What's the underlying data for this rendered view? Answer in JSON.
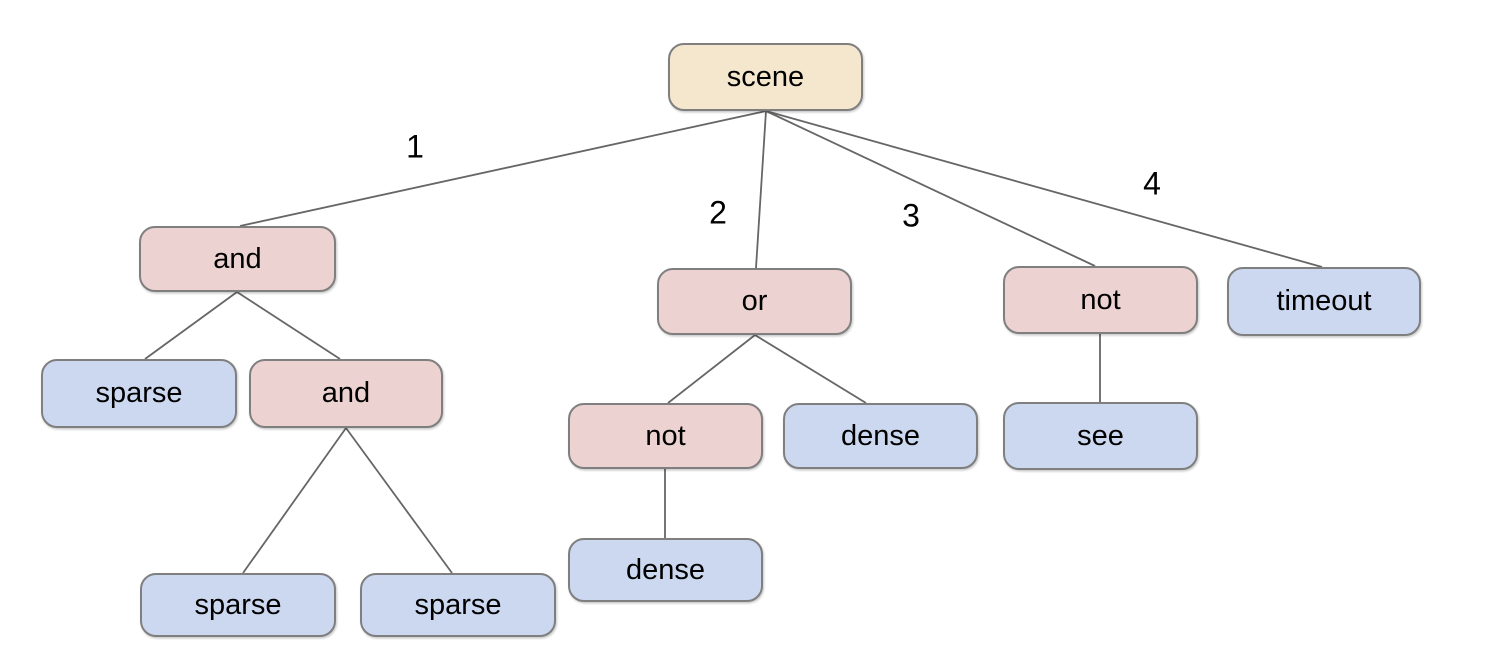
{
  "palette": {
    "root_fill": "#f5e7cd",
    "operator_fill": "#ecd2d0",
    "terminal_fill": "#ccd8f0",
    "node_border": "#7f7f7f",
    "edge_color": "#666666",
    "text_color": "#000000"
  },
  "tree": {
    "root": {
      "label": "scene",
      "children": [
        {
          "edge_label": "1",
          "label": "and",
          "children": [
            {
              "label": "sparse"
            },
            {
              "label": "and",
              "children": [
                {
                  "label": "sparse"
                },
                {
                  "label": "sparse"
                }
              ]
            }
          ]
        },
        {
          "edge_label": "2",
          "label": "or",
          "children": [
            {
              "label": "not",
              "children": [
                {
                  "label": "dense"
                }
              ]
            },
            {
              "label": "dense"
            }
          ]
        },
        {
          "edge_label": "3",
          "label": "not",
          "children": [
            {
              "label": "see"
            }
          ]
        },
        {
          "edge_label": "4",
          "label": "timeout"
        }
      ]
    }
  }
}
